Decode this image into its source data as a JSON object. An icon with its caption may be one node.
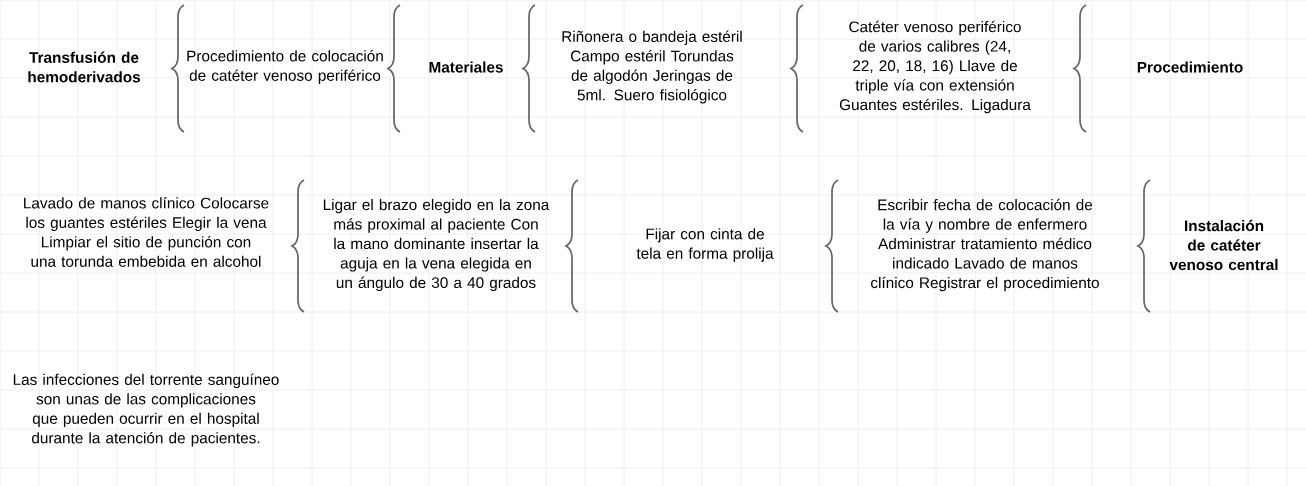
{
  "diagram": {
    "labels": [
      "Transfusión de hemoderivados",
      "Procedimiento de colocación de catéter venoso periférico",
      "Materiales",
      "Riñonera o bandeja estéril Campo estéril Torundas de algodón Jeringas de 5ml. Suero fisiológico",
      "Catéter venoso periférico de varios calibres (24, 22, 20, 18, 16) Llave de triple vía con extensión Guantes estériles. Ligadura",
      "Procedimiento",
      "Lavado de manos clínico Colocarse los guantes estériles Elegir la vena Limpiar el sitio de punción con una torunda embebida en alcohol",
      "Ligar el brazo elegido en la zona más proximal al paciente Con la mano dominante insertar la aguja en la vena elegida en un ángulo de 30 a 40 grados",
      "Fijar con cinta de tela en forma prolija",
      "Escribir fecha de colocación de la vía y nombre de enfermero Administrar tratamiento médico indicado Lavado de manos clínico Registrar el procedimiento",
      "Instalación de catéter venoso central",
      "Las infecciones del torrente sanguíneo son unas de las complicaciones que pueden ocurrir en el hospital durante la atención de pacientes."
    ]
  }
}
